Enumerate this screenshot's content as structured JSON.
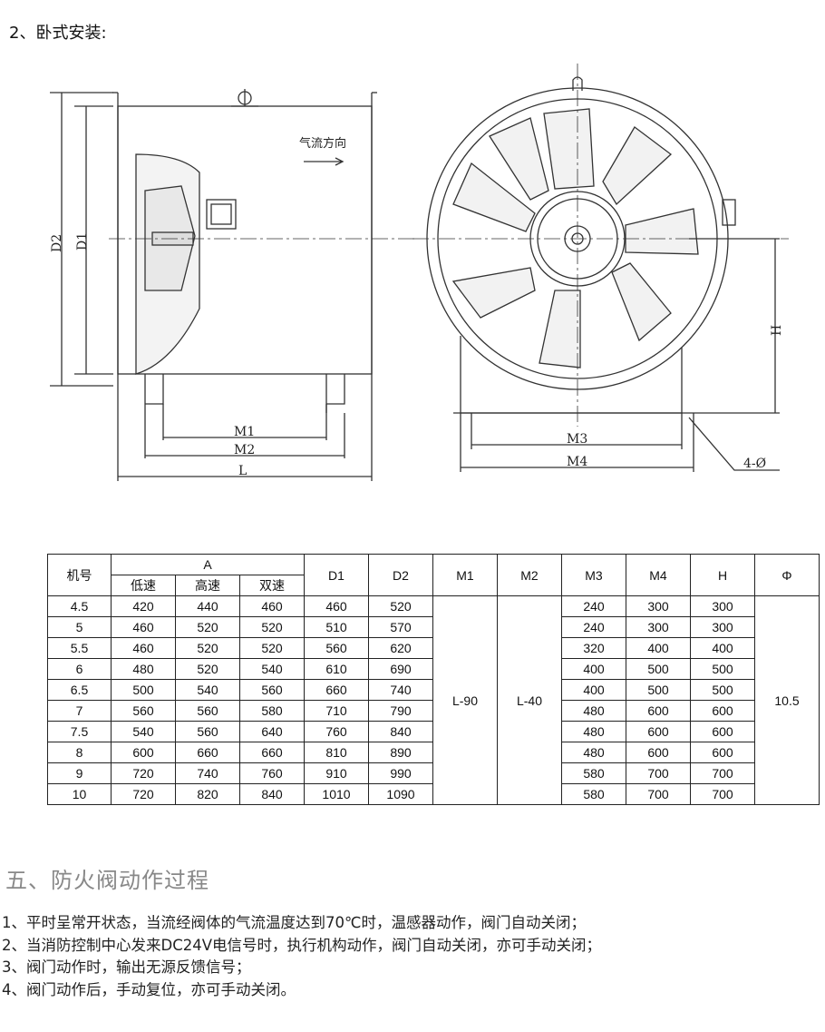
{
  "title": "2、卧式安装:",
  "drawing": {
    "airflow": "气流方向",
    "d2": "D2",
    "d1": "D1",
    "m1": "M1",
    "m2": "M2",
    "l": "L",
    "m3": "M3",
    "m4": "M4",
    "h": "H",
    "holes": "4-Ø"
  },
  "table": {
    "headers": {
      "model": "机号",
      "a": "A",
      "low": "低速",
      "high": "高速",
      "dual": "双速",
      "d1": "D1",
      "d2": "D2",
      "m1": "M1",
      "m2": "M2",
      "m3": "M3",
      "m4": "M4",
      "h": "H",
      "phi": "Φ"
    },
    "m1": "L-90",
    "m2": "L-40",
    "phi": "10.5",
    "rows": [
      [
        "4.5",
        "420",
        "440",
        "460",
        "460",
        "520",
        "240",
        "300",
        "300"
      ],
      [
        "5",
        "460",
        "520",
        "520",
        "510",
        "570",
        "240",
        "300",
        "300"
      ],
      [
        "5.5",
        "460",
        "520",
        "520",
        "560",
        "620",
        "320",
        "400",
        "400"
      ],
      [
        "6",
        "480",
        "520",
        "540",
        "610",
        "690",
        "400",
        "500",
        "500"
      ],
      [
        "6.5",
        "500",
        "540",
        "560",
        "660",
        "740",
        "400",
        "500",
        "500"
      ],
      [
        "7",
        "560",
        "560",
        "580",
        "710",
        "790",
        "480",
        "600",
        "600"
      ],
      [
        "7.5",
        "540",
        "560",
        "640",
        "760",
        "840",
        "480",
        "600",
        "600"
      ],
      [
        "8",
        "600",
        "660",
        "660",
        "810",
        "890",
        "480",
        "600",
        "600"
      ],
      [
        "9",
        "720",
        "740",
        "760",
        "910",
        "990",
        "580",
        "700",
        "700"
      ],
      [
        "10",
        "720",
        "820",
        "840",
        "1010",
        "1090",
        "580",
        "700",
        "700"
      ]
    ]
  },
  "section": {
    "title": "五、防火阀动作过程",
    "steps": [
      "1、平时呈常开状态，当流经阀体的气流温度达到70℃时，温感器动作，阀门自动关闭；",
      "2、当消防控制中心发来DC24V电信号时，执行机构动作，阀门自动关闭，亦可手动关闭；",
      "3、阀门动作时，输出无源反馈信号；",
      "4、阀门动作后，手动复位，亦可手动关闭。"
    ]
  }
}
